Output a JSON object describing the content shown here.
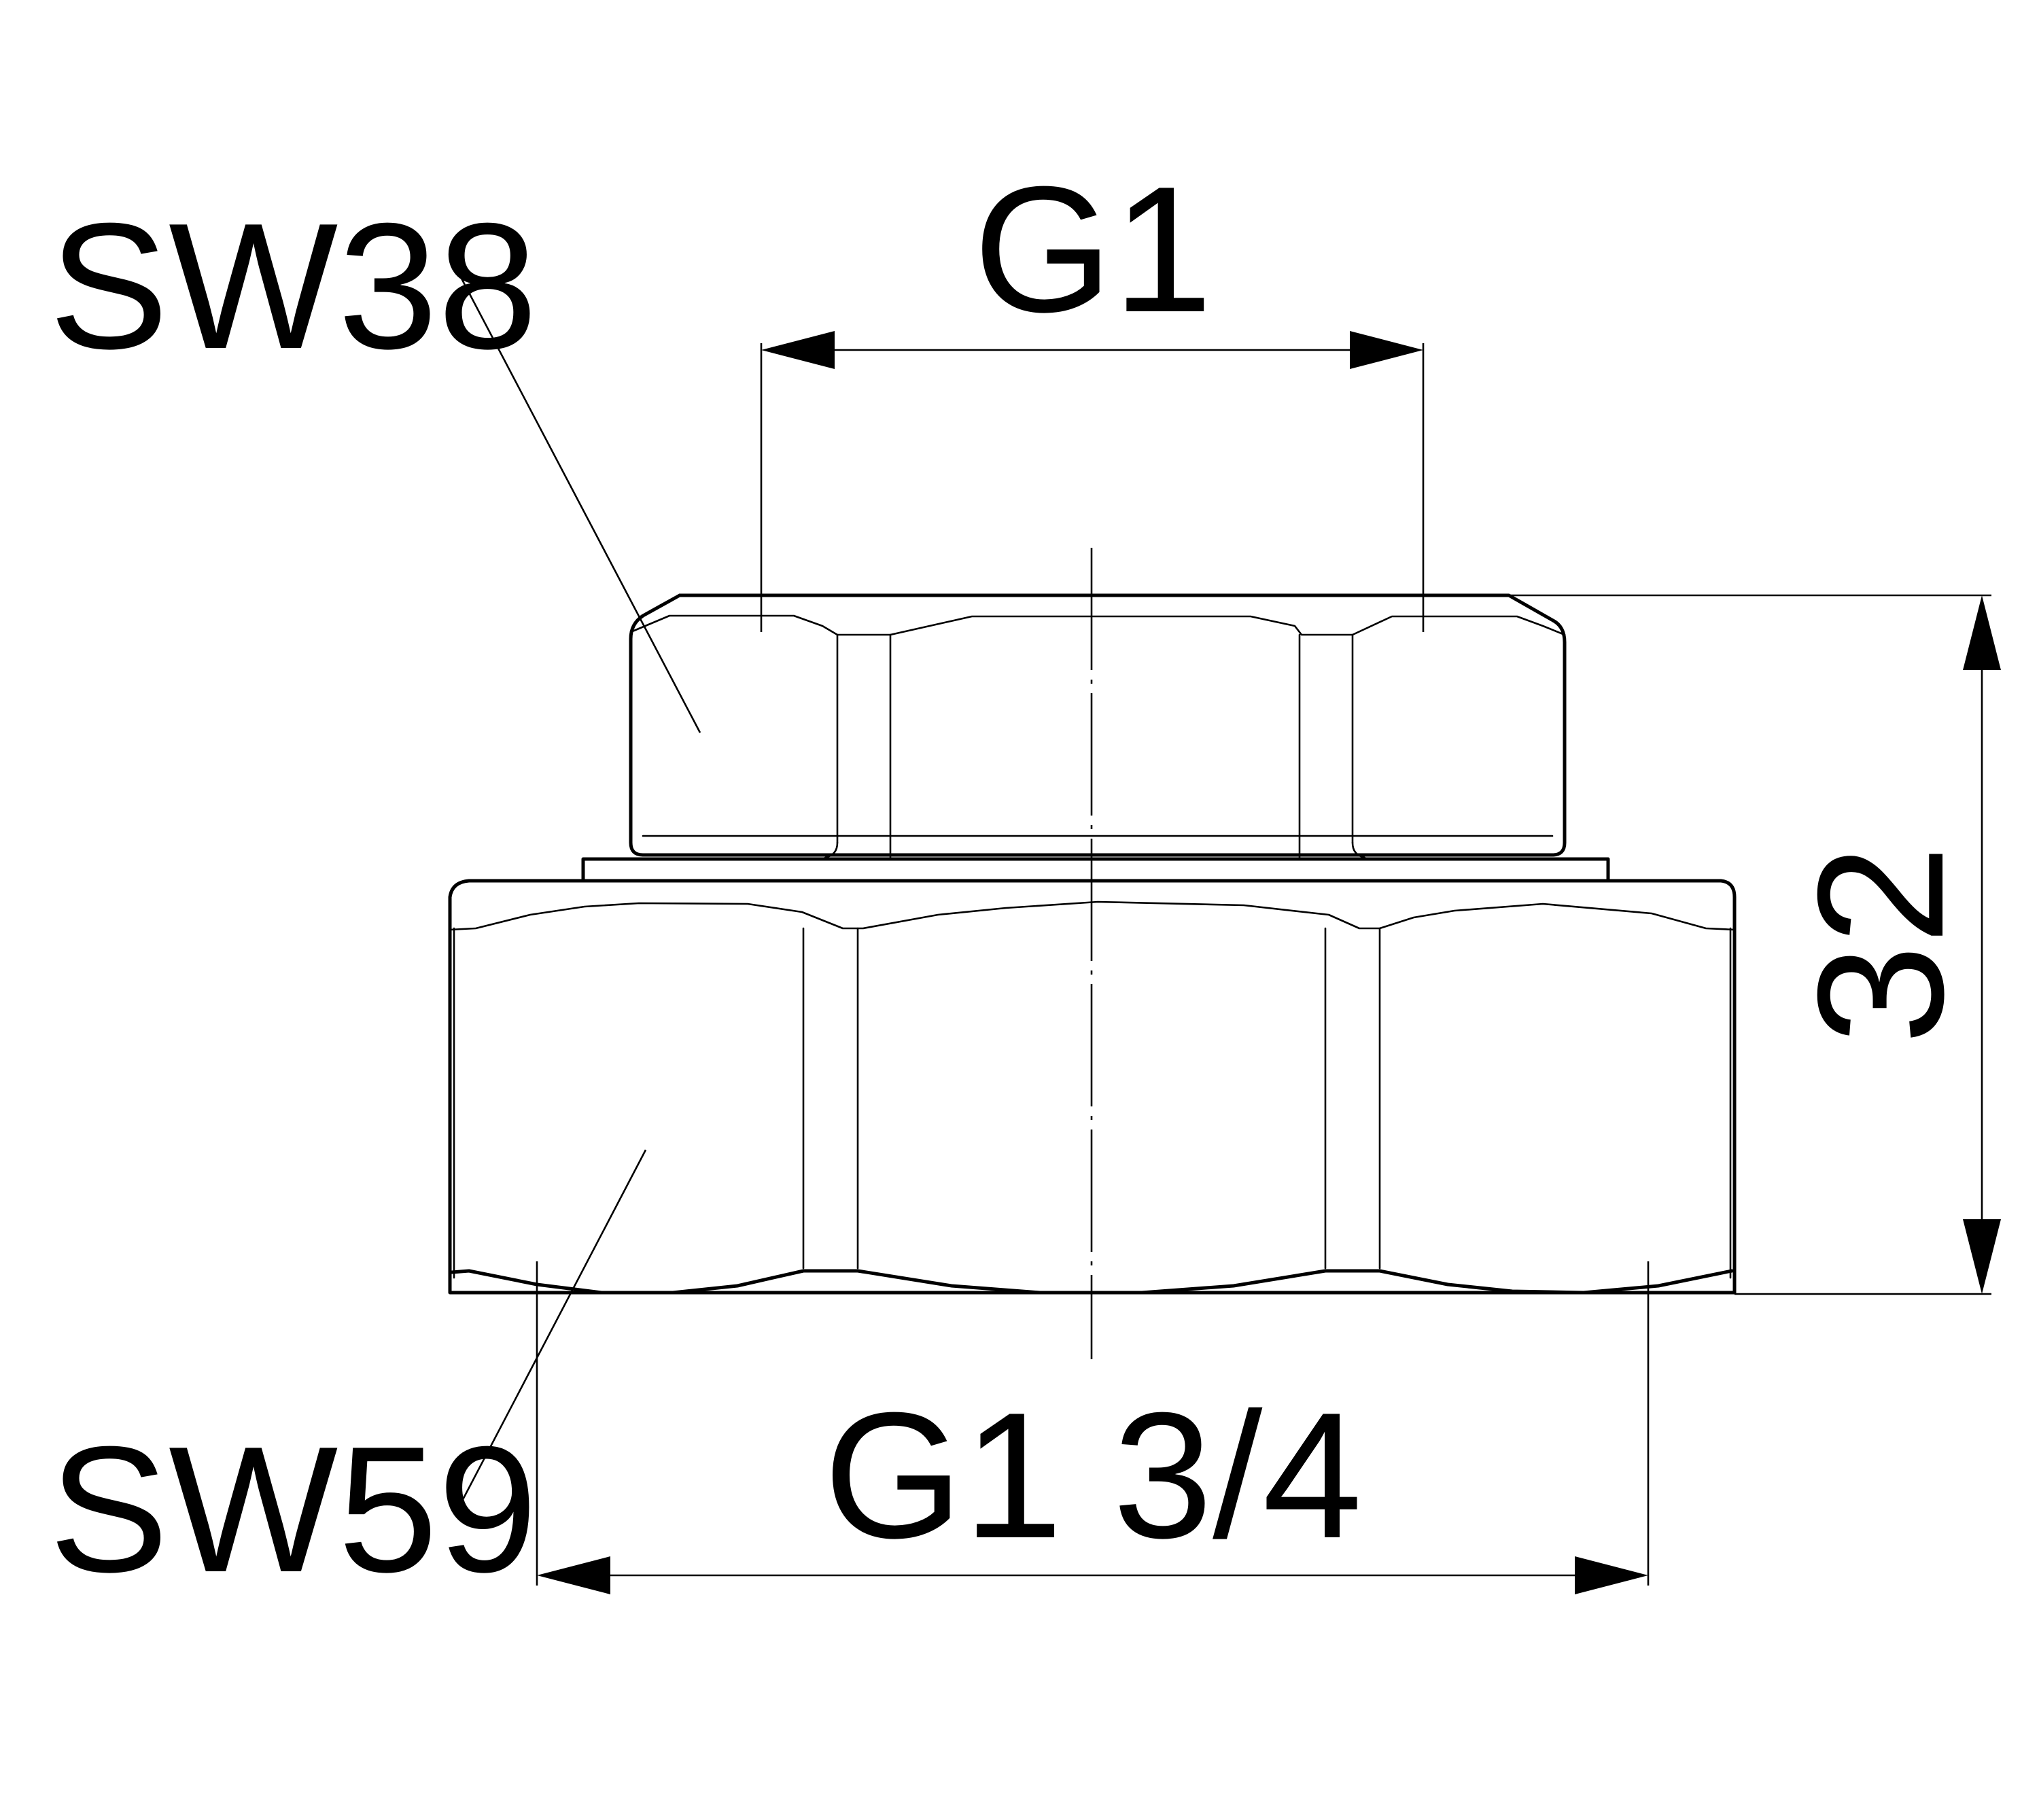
{
  "drawing": {
    "labels": {
      "sw_top": "SW38",
      "sw_bottom": "SW59",
      "thread_top": "G1",
      "thread_bottom": "G1 3/4",
      "height": "32"
    },
    "colors": {
      "line": "#000000",
      "background": "#ffffff"
    }
  }
}
